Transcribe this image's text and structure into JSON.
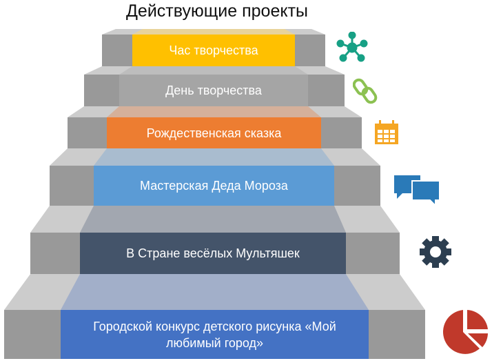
{
  "title": "Действующие проекты",
  "steps": [
    {
      "label": "Час творчества",
      "color": "#FFC000",
      "tread": "#E8D39A",
      "icon": "network-icon",
      "icon_color": "#17A085"
    },
    {
      "label": "День творчества",
      "color": "#A5A5A5",
      "tread": "#BDBDBD",
      "icon": "link-icon",
      "icon_color": "#8CC152"
    },
    {
      "label": "Рождественская сказка",
      "color": "#ED7D31",
      "tread": "#D5B09A",
      "icon": "calendar-icon",
      "icon_color": "#F5A623"
    },
    {
      "label": "Мастерская Деда Мороза",
      "color": "#5B9BD5",
      "tread": "#A9BCCF",
      "icon": "chat-icon",
      "icon_color": "#2A7AB8"
    },
    {
      "label": "В Стране весёлых Мультяшек",
      "color": "#44546A",
      "tread": "#A2A7B0",
      "icon": "gear-icon",
      "icon_color": "#2C3E50"
    },
    {
      "label": "Городской конкурс детского рисунка «Мой любимый город»",
      "color": "#4472C4",
      "tread": "#A2AFC9",
      "icon": "pie-chart-icon",
      "icon_color": "#C0392B"
    }
  ],
  "side_riser_color": "#999999",
  "side_tread_color": "#CCCCCC"
}
